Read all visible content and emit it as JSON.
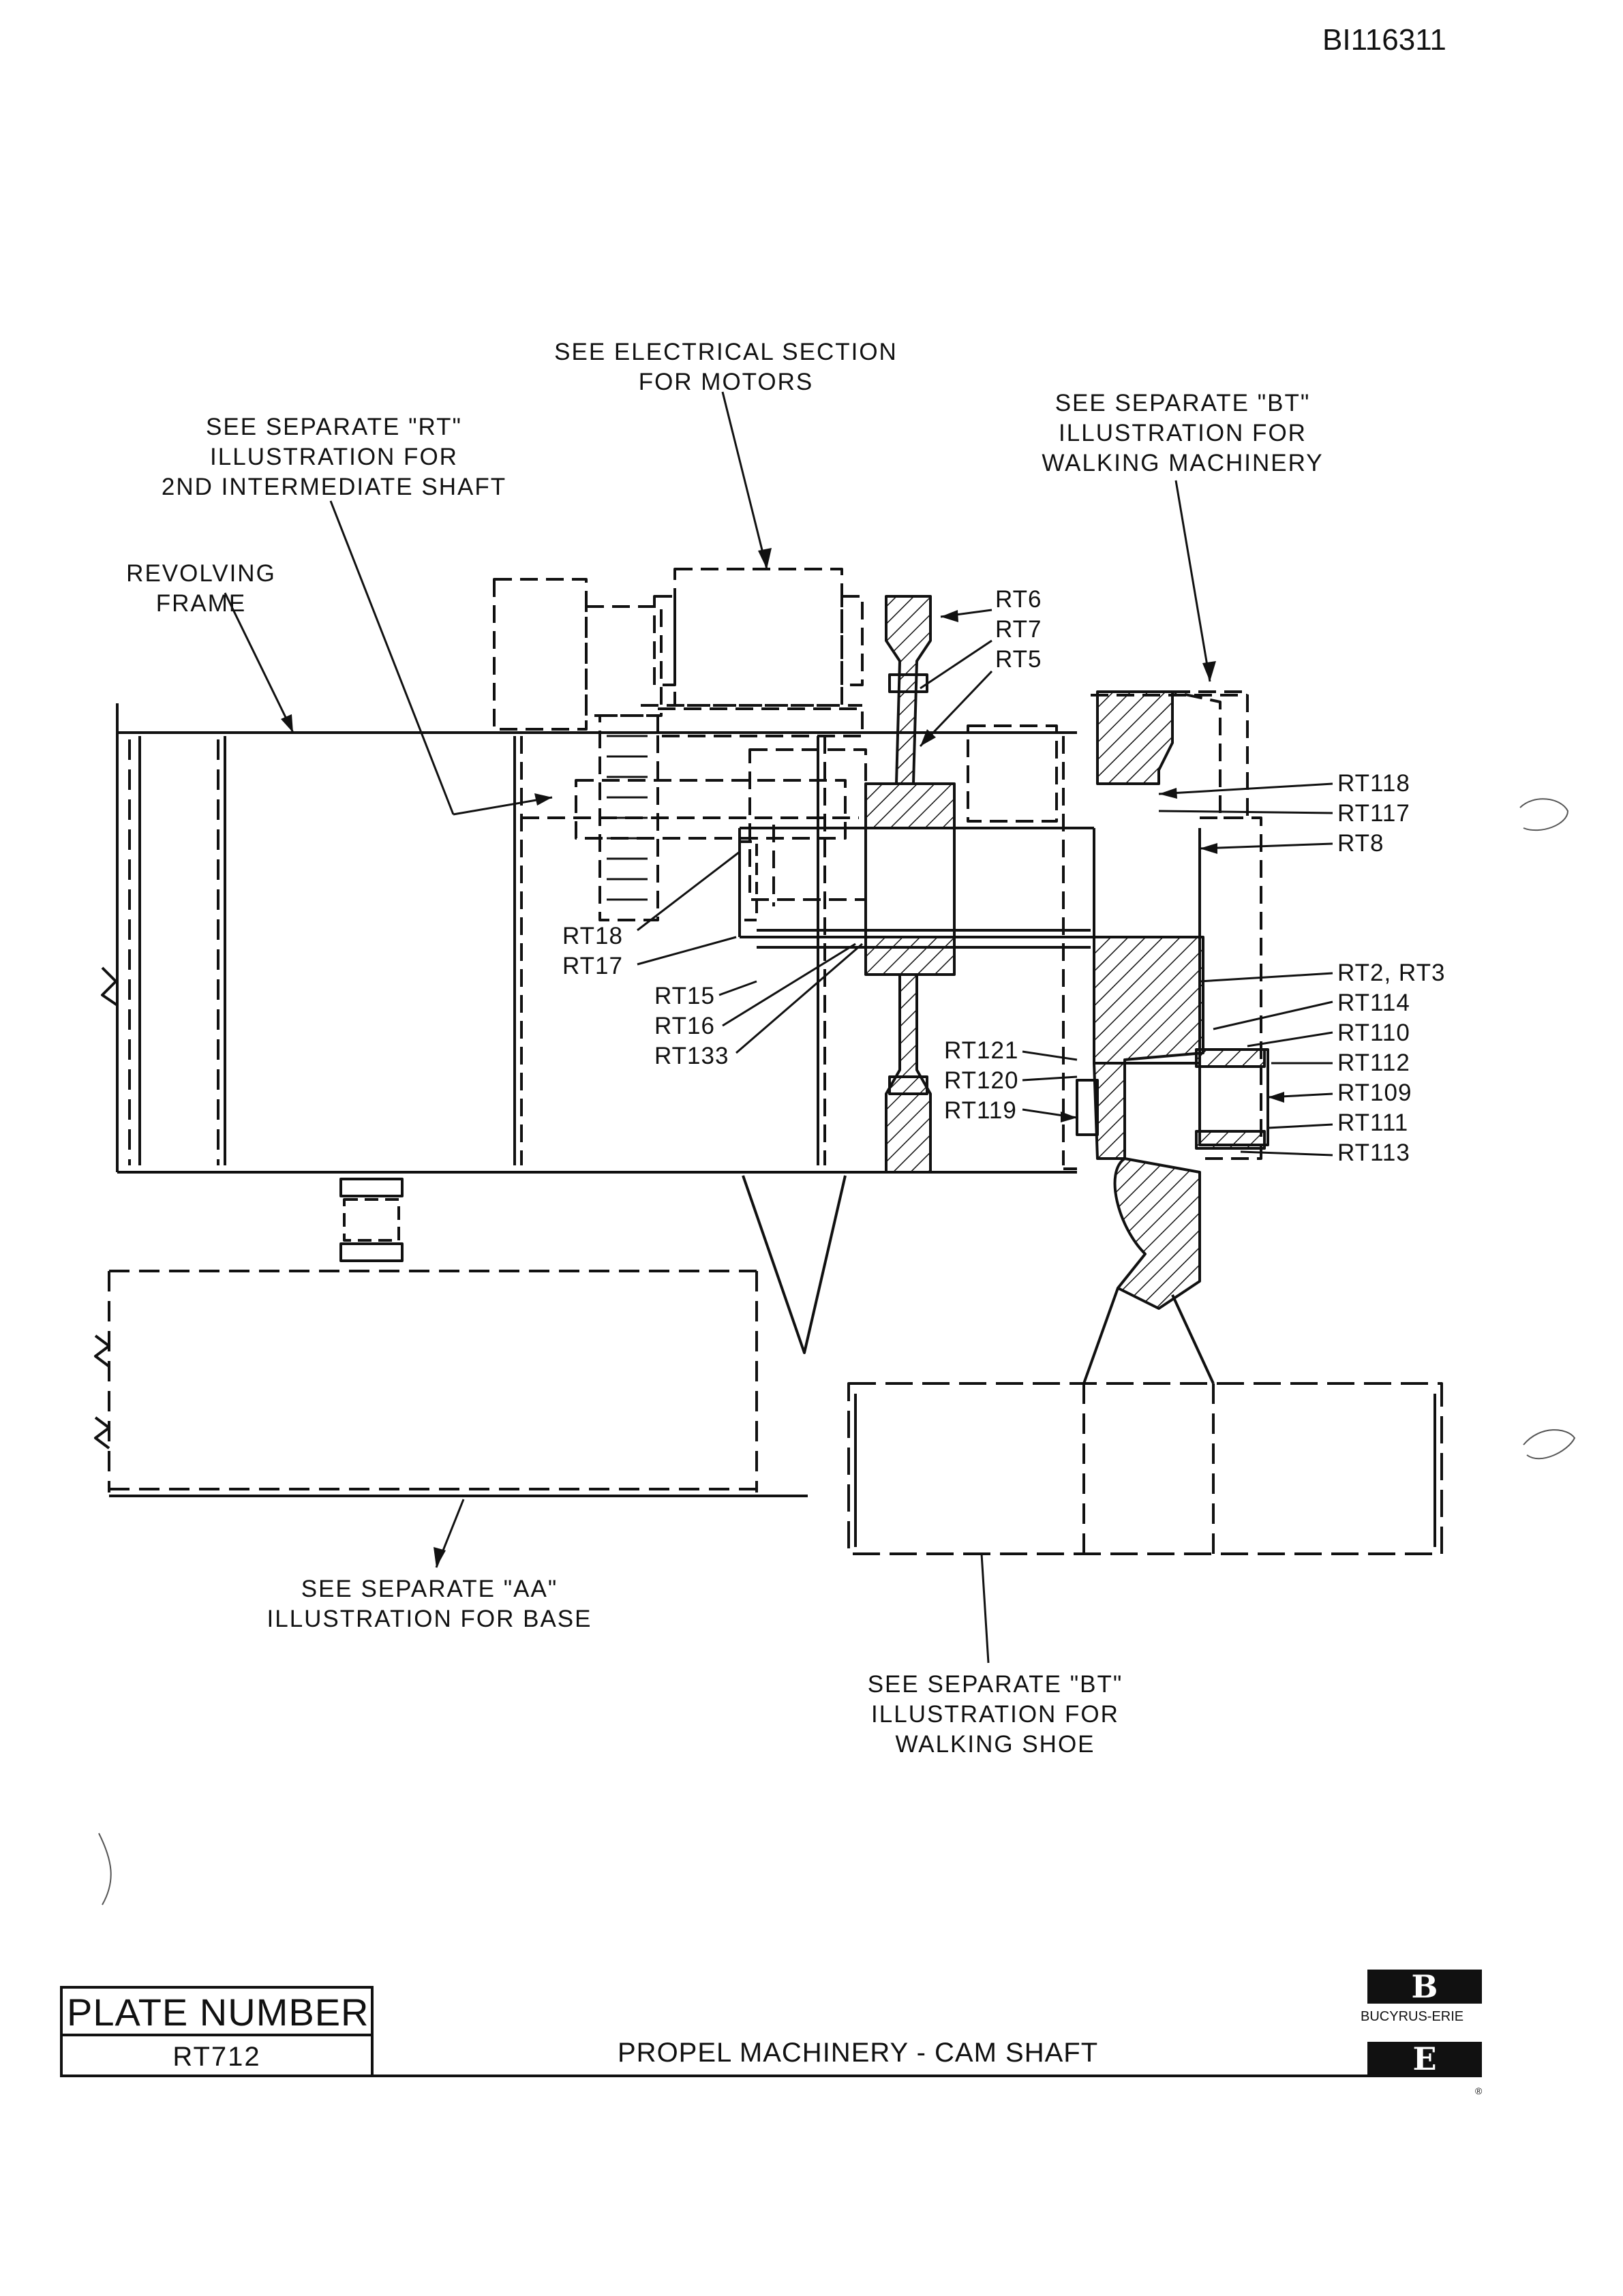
{
  "document": {
    "id": "BI116311"
  },
  "callouts": {
    "electrical": "SEE ELECTRICAL SECTION\nFOR MOTORS",
    "rt_shaft": "SEE SEPARATE \"RT\"\nILLUSTRATION FOR\n2ND INTERMEDIATE SHAFT",
    "bt_walking": "SEE SEPARATE \"BT\"\nILLUSTRATION FOR\nWALKING MACHINERY",
    "revolving_frame": "REVOLVING\nFRAME",
    "aa_base": "SEE SEPARATE \"AA\"\nILLUSTRATION FOR BASE",
    "bt_shoe": "SEE SEPARATE \"BT\"\nILLUSTRATION FOR\nWALKING SHOE"
  },
  "part_labels": {
    "rt6": "RT6",
    "rt7": "RT7",
    "rt5": "RT5",
    "rt118": "RT118",
    "rt117": "RT117",
    "rt8": "RT8",
    "rt2_rt3": "RT2, RT3",
    "rt114": "RT114",
    "rt110": "RT110",
    "rt112": "RT112",
    "rt109": "RT109",
    "rt111": "RT111",
    "rt113": "RT113",
    "rt18": "RT18",
    "rt17": "RT17",
    "rt15": "RT15",
    "rt16": "RT16",
    "rt133": "RT133",
    "rt121": "RT121",
    "rt120": "RT120",
    "rt119": "RT119"
  },
  "title_block": {
    "plate_header": "PLATE NUMBER",
    "plate_number": "RT712",
    "title": "PROPEL MACHINERY - CAM SHAFT",
    "logo_top": "B",
    "logo_name": "BUCYRUS-ERIE",
    "logo_bottom": "E",
    "registered": "®"
  }
}
